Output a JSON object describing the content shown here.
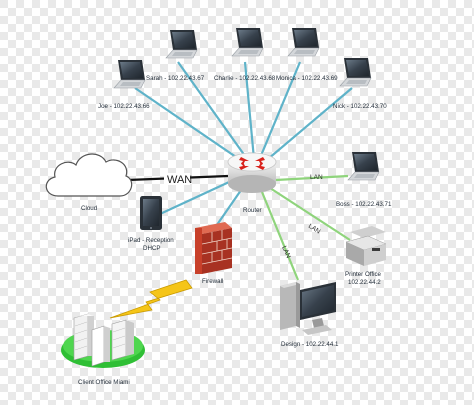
{
  "links": {
    "wan": "WAN",
    "lan_boss": "LAN",
    "lan_printer": "LAN",
    "lan_design": "LAN"
  },
  "nodes": {
    "sarah": "Sarah - 102.22.43.67",
    "charlie": "Charlie - 102.22.43.68",
    "monica": "Monica - 102.22.43.69",
    "joe": "Joe - 102.22.43.66",
    "nick": "Nick - 102.22.43.70",
    "cloud": "Cloud",
    "router": "Router",
    "ipad_line1": "iPad - Reception",
    "ipad_line2": "DHCP",
    "firewall": "Firewall",
    "boss": "Boss - 102.22.43.71",
    "printer_line1": "Printer Office",
    "printer_line2": "102.22.44.2",
    "design": "Design - 102.22.44.1",
    "client_office": "Client Office Miami"
  },
  "colors": {
    "wireless_link": "#5fb3c9",
    "lan_link": "#8fd47c",
    "wan_link": "#111111",
    "router_arrows": "#d9221c",
    "firewall_brick": "#c8402a",
    "lightning": "#f5c518",
    "campus_green": "#2fbf35"
  }
}
